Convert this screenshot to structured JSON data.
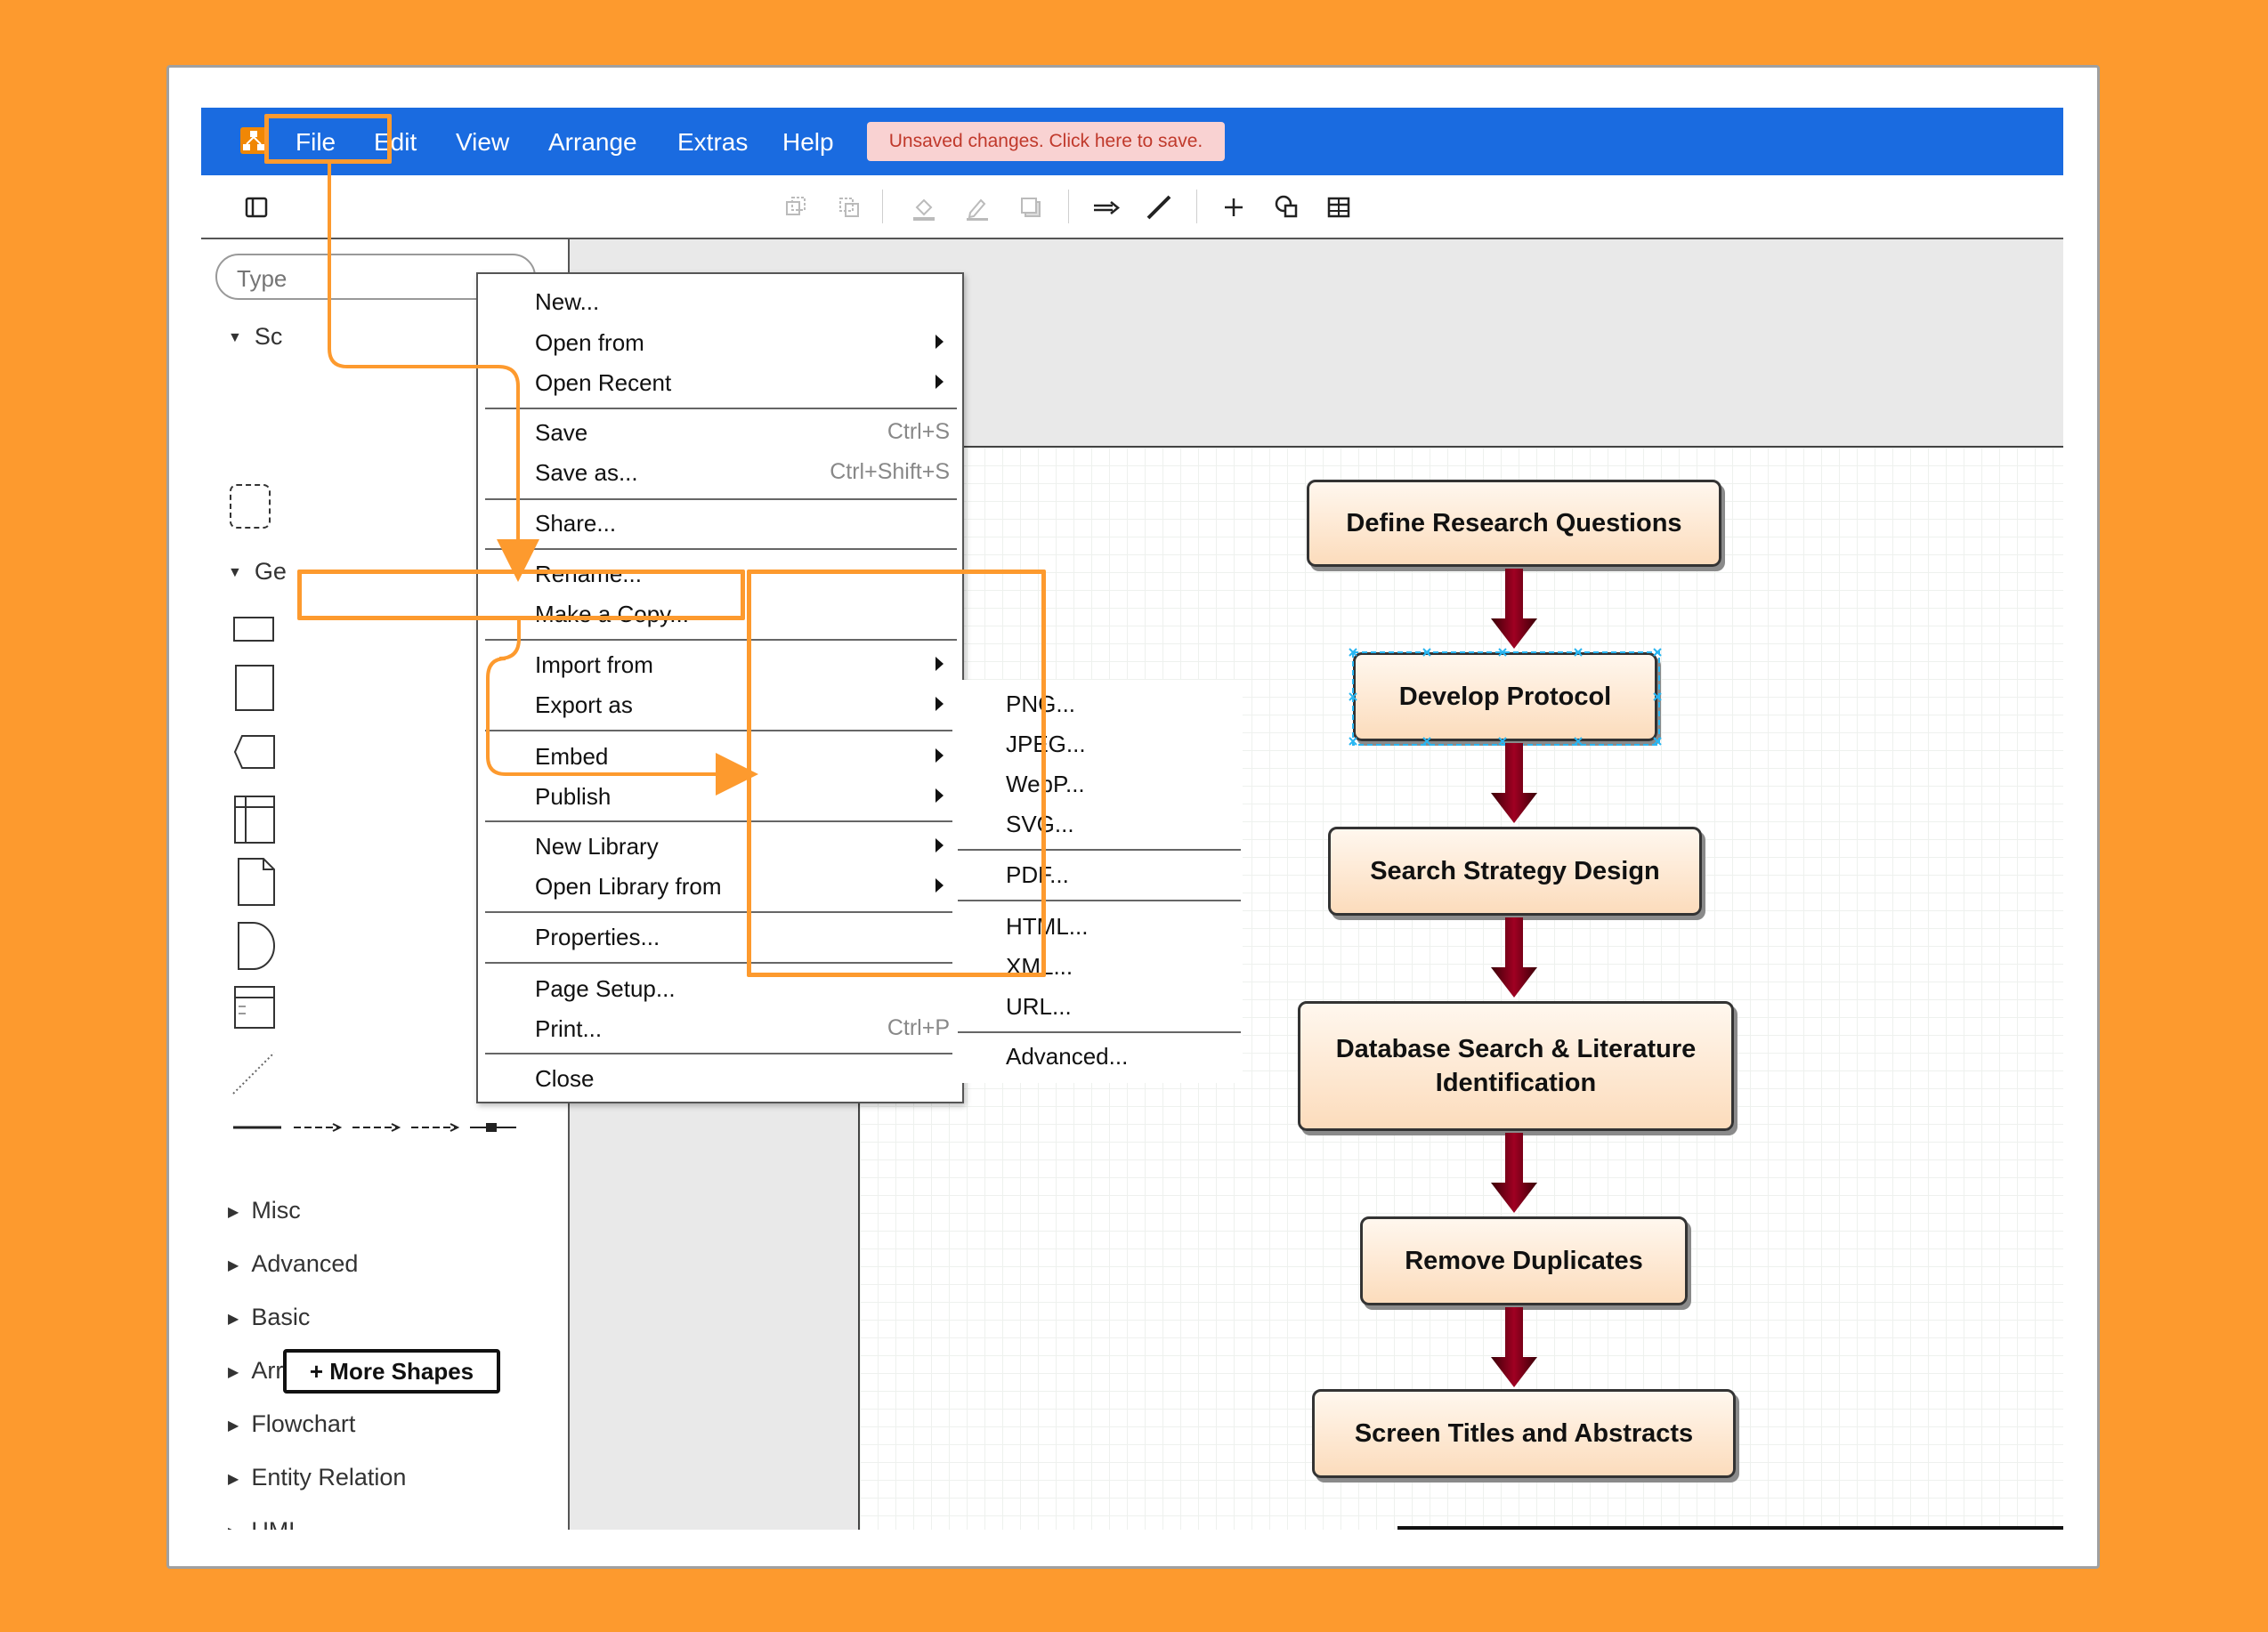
{
  "menubar": {
    "items": [
      "File",
      "Edit",
      "View",
      "Arrange",
      "Extras",
      "Help"
    ],
    "unsaved": "Unsaved changes. Click here to save."
  },
  "sidebar": {
    "search_placeholder": "Type",
    "sections_open": [
      "Sc",
      "Ge"
    ],
    "sections": [
      "Misc",
      "Advanced",
      "Basic",
      "Arrows",
      "Flowchart",
      "Entity Relation",
      "UML"
    ],
    "more_shapes": "More Shapes"
  },
  "file_menu": {
    "new": "New...",
    "open_from": "Open from",
    "open_recent": "Open Recent",
    "save": "Save",
    "save_shortcut": "Ctrl+S",
    "save_as": "Save as...",
    "save_as_shortcut": "Ctrl+Shift+S",
    "share": "Share...",
    "rename": "Rename...",
    "make_copy": "Make a Copy...",
    "import_from": "Import from",
    "export_as": "Export as",
    "embed": "Embed",
    "publish": "Publish",
    "new_library": "New Library",
    "open_library_from": "Open Library from",
    "properties": "Properties...",
    "page_setup": "Page Setup...",
    "print": "Print...",
    "print_shortcut": "Ctrl+P",
    "close": "Close"
  },
  "export_menu": {
    "png": "PNG...",
    "jpeg": "JPEG...",
    "webp": "WebP...",
    "svg": "SVG...",
    "pdf": "PDF...",
    "html": "HTML...",
    "xml": "XML...",
    "url": "URL...",
    "advanced": "Advanced..."
  },
  "diagram": {
    "nodes": [
      "Define Research Questions",
      "Develop Protocol",
      "Search Strategy Design",
      "Database Search & Literature Identification",
      "Remove Duplicates",
      "Screen Titles and Abstracts"
    ],
    "node_fill": "#fde3c8",
    "arrow_color": "#7a0018"
  },
  "colors": {
    "menubar": "#1a6be0",
    "highlight": "#fd9a2e",
    "background": "#fd9a2e"
  }
}
